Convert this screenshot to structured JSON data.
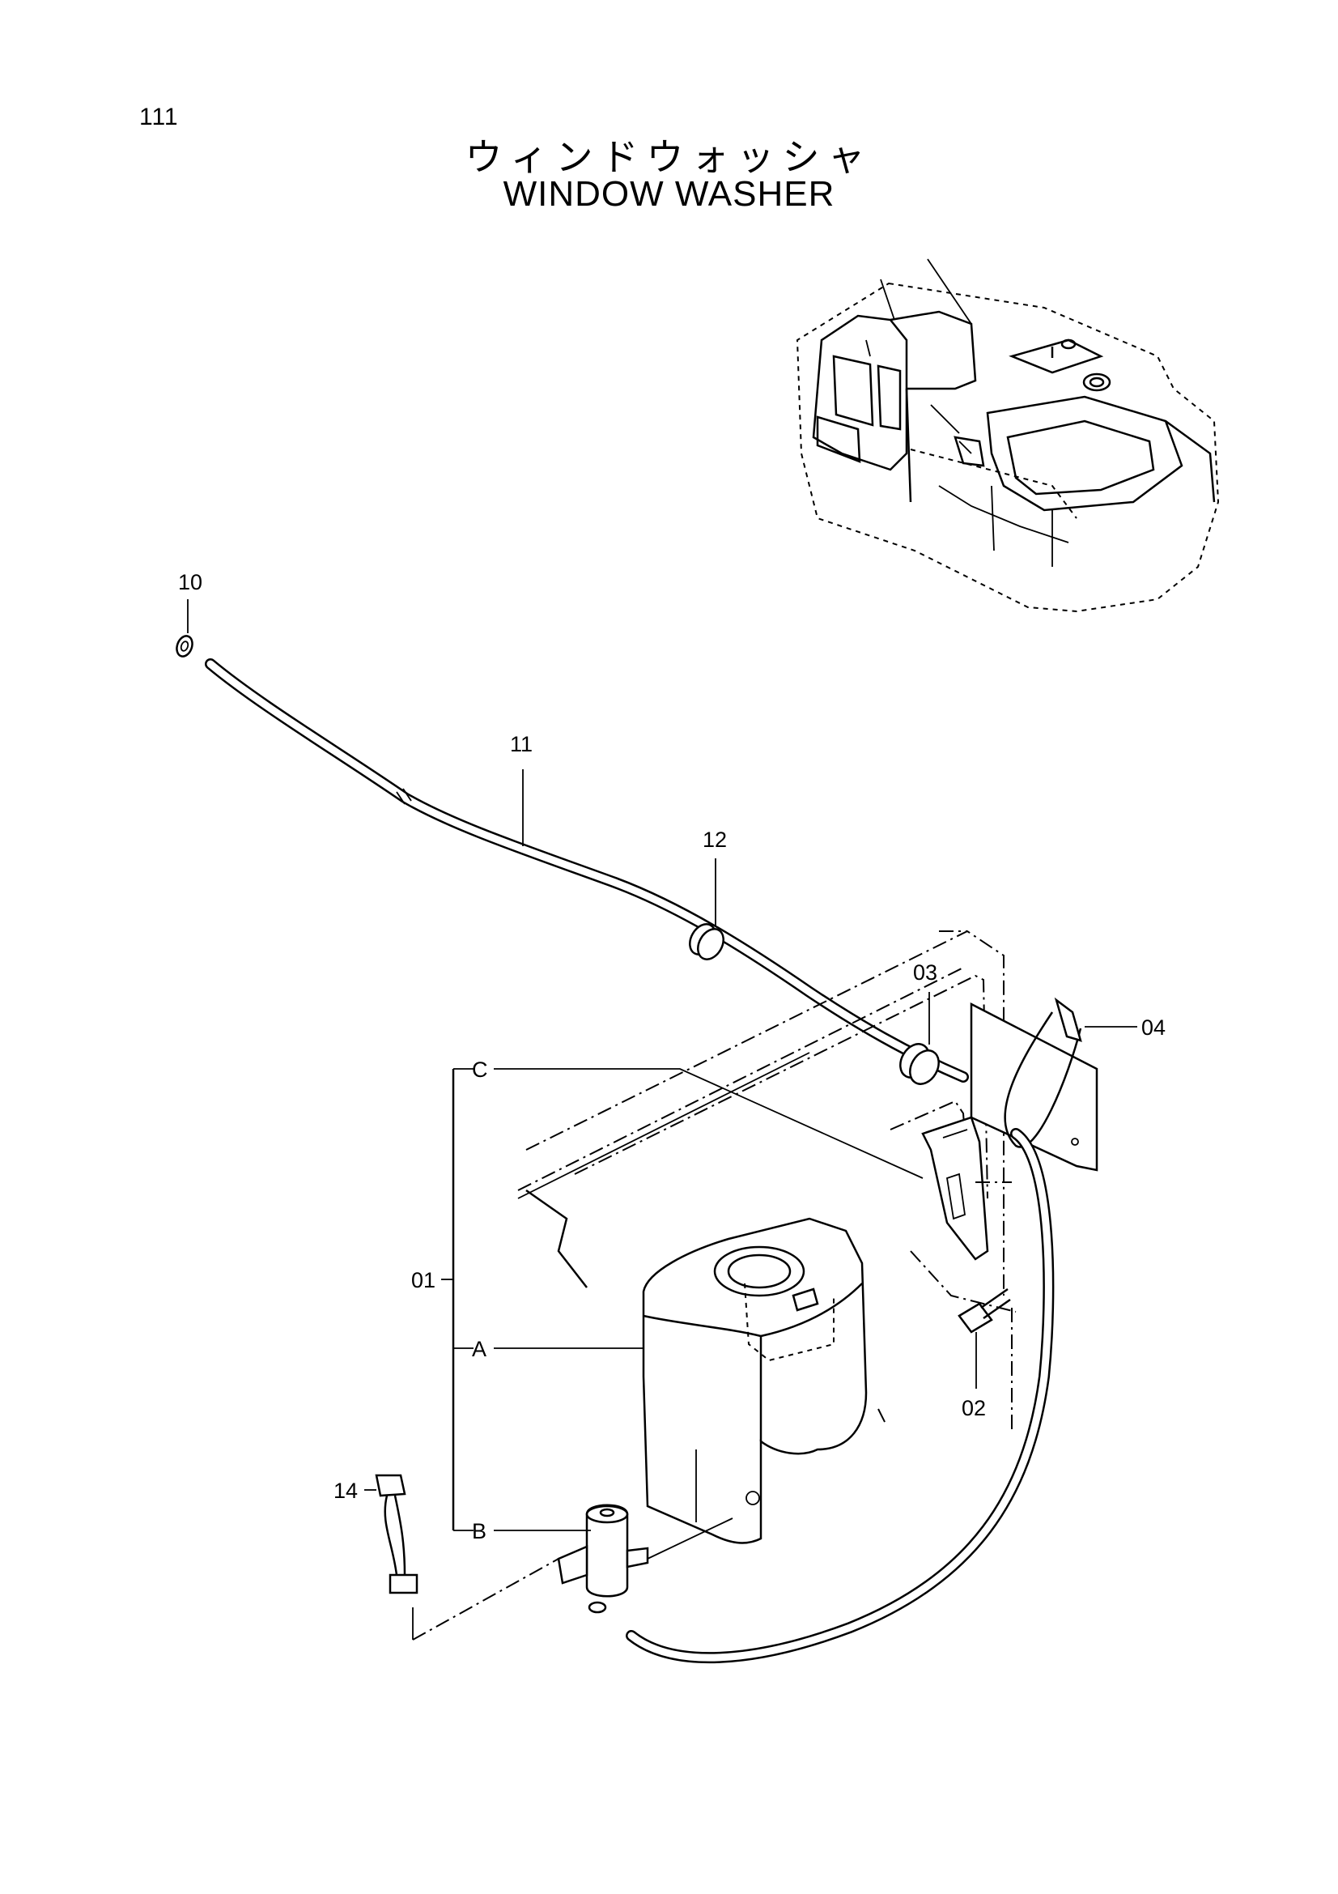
{
  "header": {
    "page_number": "111",
    "title_jp": "ウィンドウォッシャ",
    "title_en": "WINDOW WASHER"
  },
  "callouts": {
    "p10": "10",
    "p11": "11",
    "p12": "12",
    "p03": "03",
    "p04": "04",
    "p01": "01",
    "pA": "A",
    "pB": "B",
    "pC": "C",
    "p02": "02",
    "p14": "14"
  }
}
